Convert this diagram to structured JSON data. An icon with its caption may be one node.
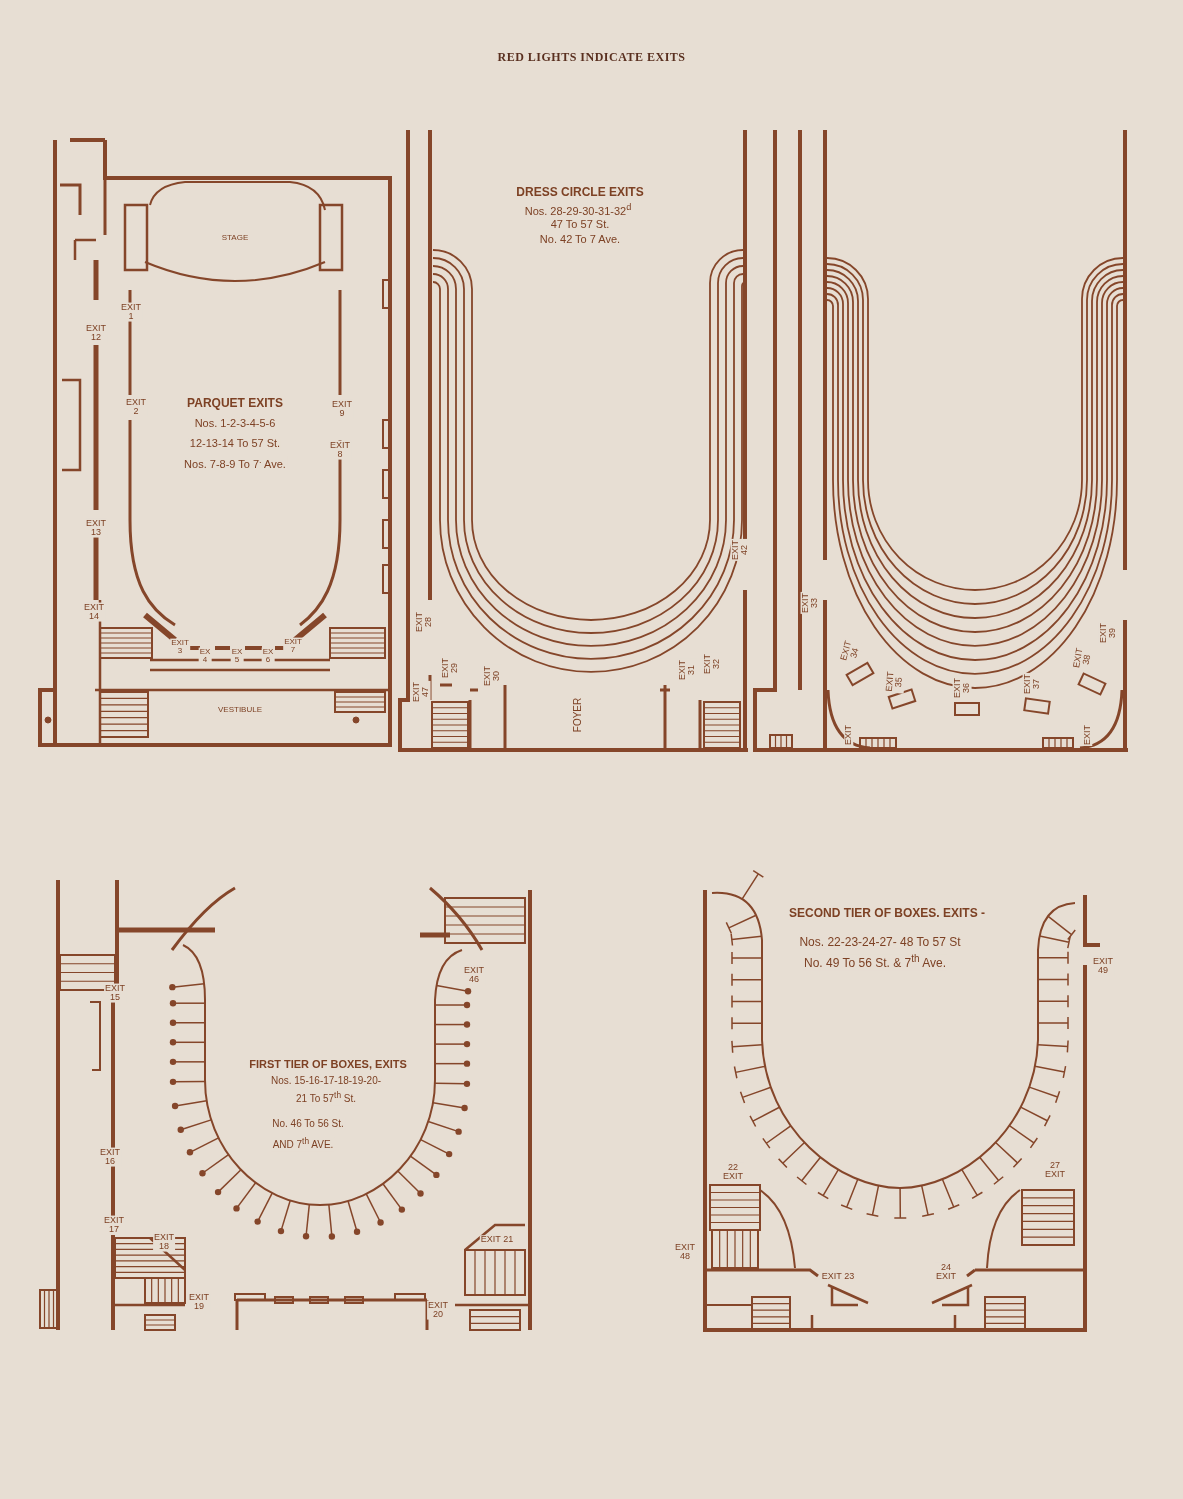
{
  "diagram": {
    "title": "RED LIGHTS INDICATE EXITS",
    "labels": [
      "STAGE",
      "EXIT 1",
      "EXIT 12",
      "PARQUET EXITS",
      "Nos. 1-2-3-4-5-6",
      "12-13-14 To 57 St.",
      "Nos. 7-8-9 To 7$^{.}$ Ave.",
      "EXIT 2",
      "EXIT 9",
      "EXIT 8",
      "EXIT 13",
      "EXIT 14",
      "EXIT 3",
      "EX 4",
      "EX 5",
      "EX 6",
      "EXIT 7",
      "VESTIBULE",
      "DRESS CIRCLE EXITS",
      "Nos. 28-29-30-31-32$^{d}$",
      "47 To 57 St.",
      "No. 42 To 7 Ave.",
      "EXIT 42",
      "EXIT 28",
      "EXIT 47",
      "EXIT 29",
      "EXIT 30",
      "FOYER",
      "EXIT 31",
      "EXIT 32",
      "EXIT 33",
      "EXIT 34",
      "EXIT 35",
      "EXIT 36",
      "EXIT 37",
      "EXIT 38",
      "EXIT 39",
      "EXIT",
      "EXIT",
      "EXIT 15",
      "EXIT 46",
      "FIRST TIER OF BOXES, EXITS",
      "Nos. 15-16-17-18-19-20-",
      "21 To 57$^{th}$ St.",
      "No. 46 To 56 St.",
      "AND 7$^{th}$ AVE.",
      "EXIT 16",
      "EXIT 17",
      "EXIT 18",
      "EXIT 21",
      "EXIT 19",
      "EXIT 20",
      "SECOND TIER OF BOXES. EXITS -",
      "Nos. 22-23-24-27- 48 To 57 St",
      "No. 49 To 56 St. & 7$^{th}$ Ave.",
      "EXIT 49",
      "22 EXIT",
      "27 EXIT",
      "EXIT 48",
      "EXIT 23",
      "24 EXIT"
    ]
  }
}
